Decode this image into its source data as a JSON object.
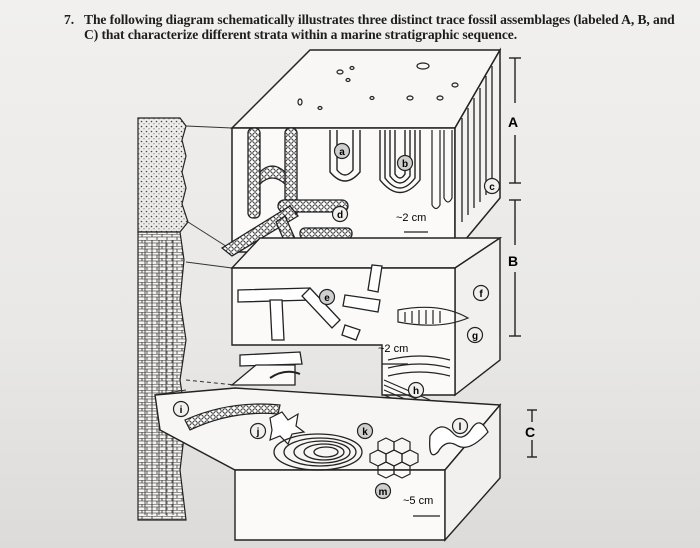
{
  "question": {
    "number": "7.",
    "text": "The following diagram schematically illustrates three distinct trace fossil assemblages (labeled A, B, and C) that characterize different strata within a marine stratigraphic sequence."
  },
  "diagram": {
    "strata_labels": {
      "a": "A",
      "b": "B",
      "c": "C"
    },
    "scale_labels": {
      "upper": "~2 cm",
      "middle": "~2 cm",
      "lower": "~5 cm"
    },
    "fossil_letters": [
      "a",
      "b",
      "c",
      "d",
      "e",
      "f",
      "g",
      "h",
      "i",
      "j",
      "k",
      "l",
      "m"
    ]
  }
}
